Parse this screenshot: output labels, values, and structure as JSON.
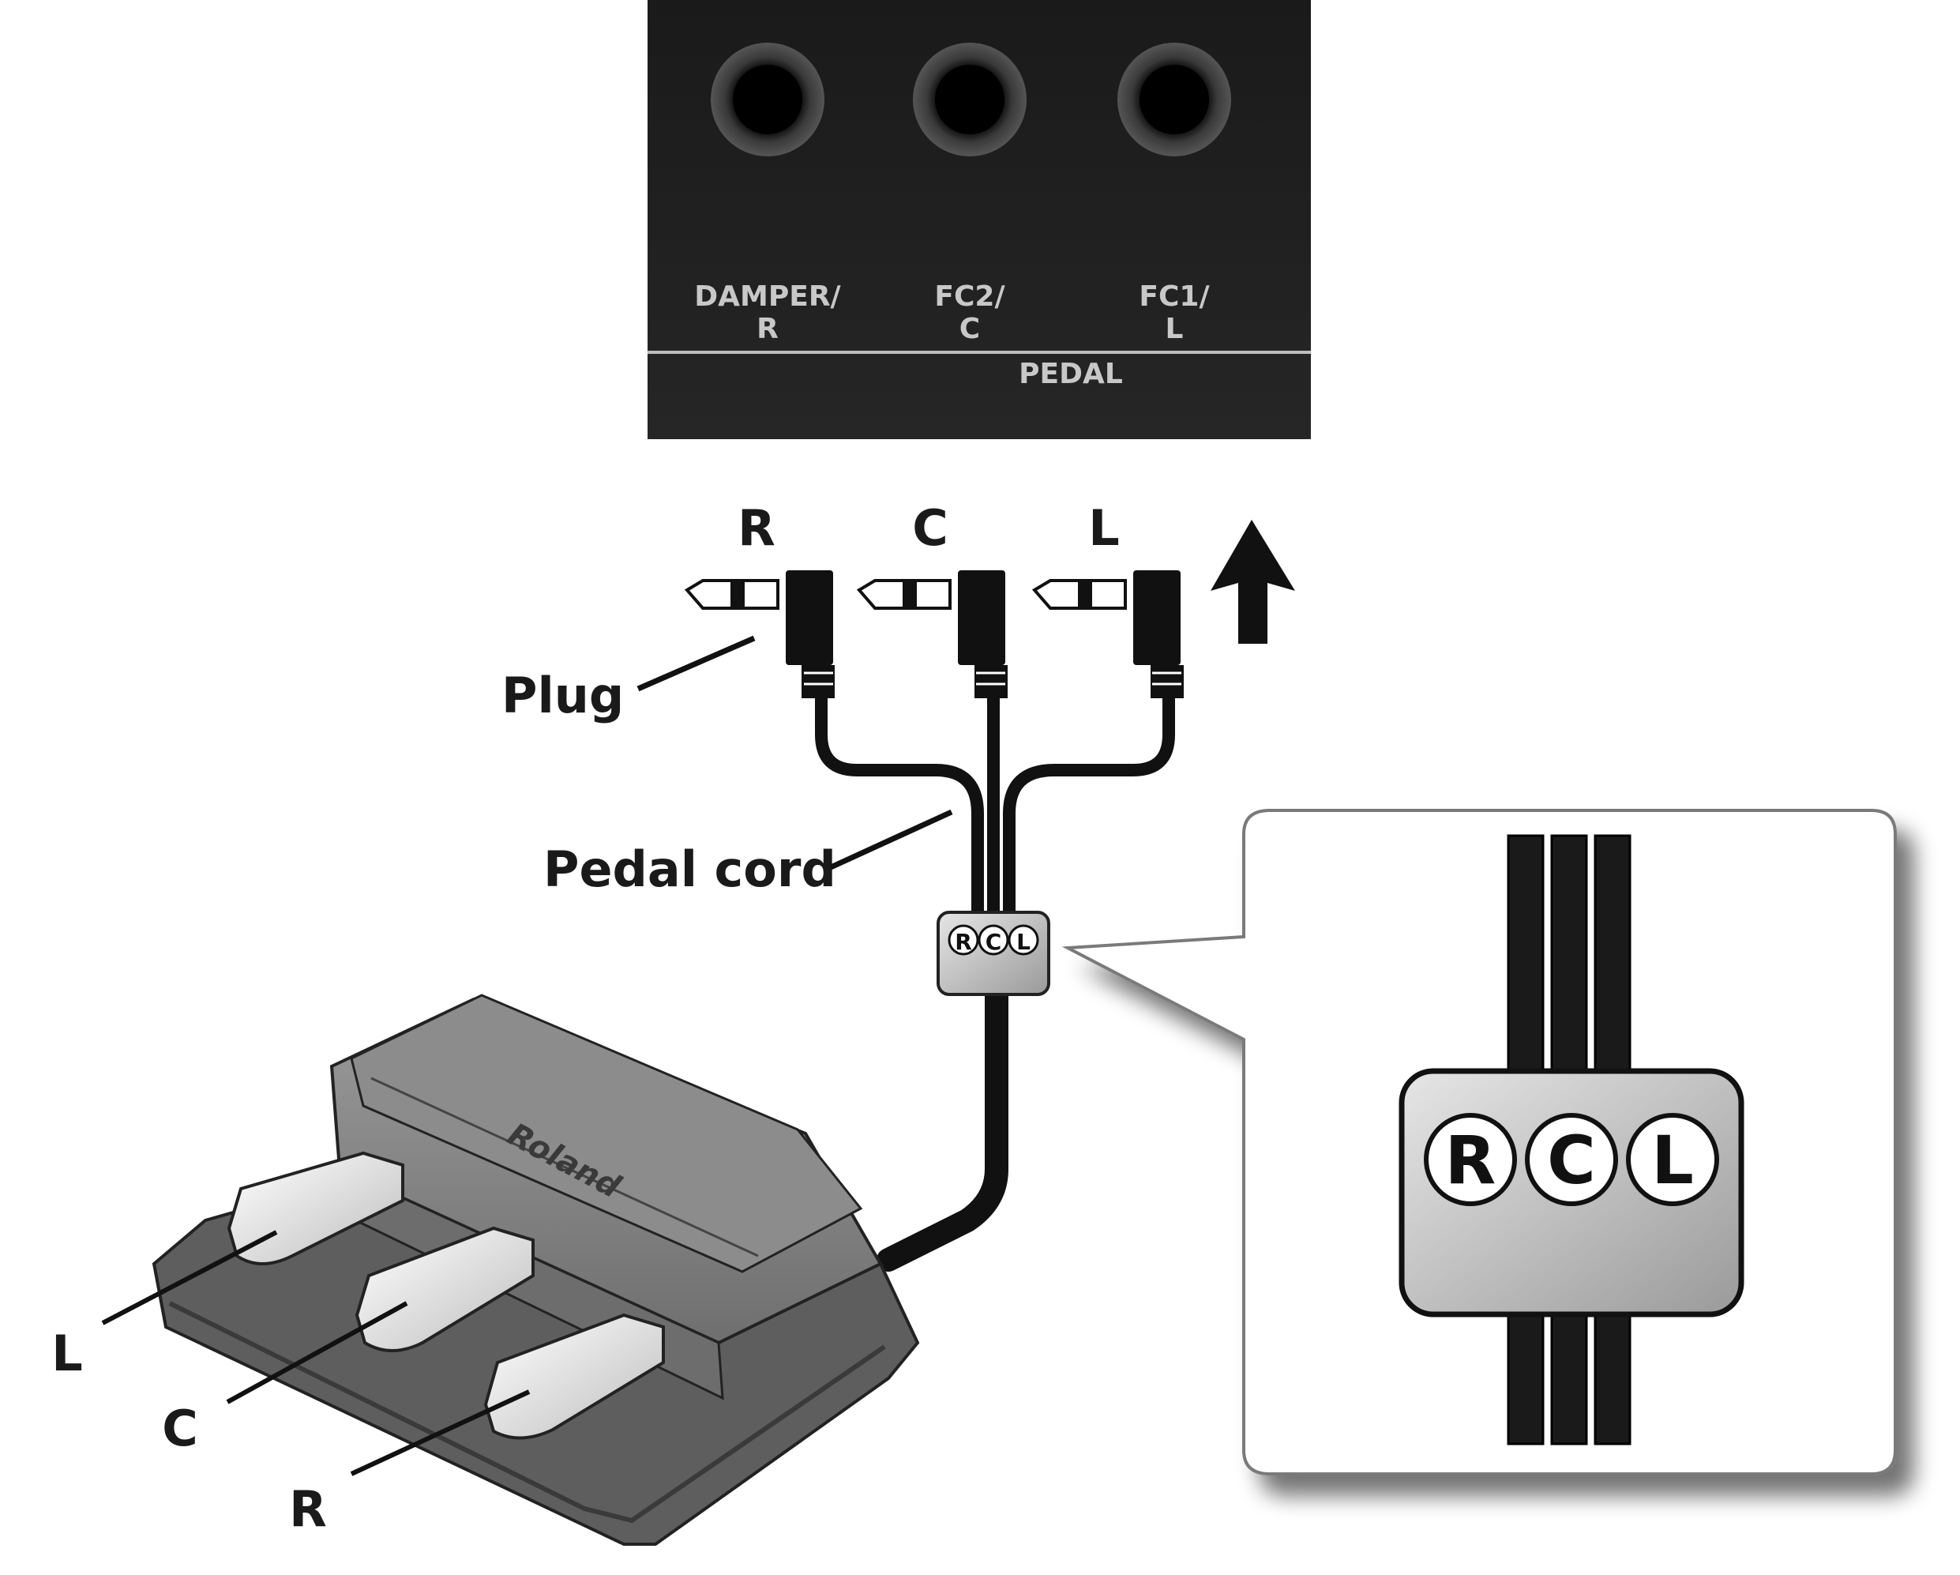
{
  "panel": {
    "jacks": [
      {
        "line1": "DAMPER/",
        "line2": "R"
      },
      {
        "line1": "FC2/",
        "line2": "C"
      },
      {
        "line1": "FC1/",
        "line2": "L"
      }
    ],
    "group_label": "PEDAL"
  },
  "plugs": {
    "labels": [
      "R",
      "C",
      "L"
    ]
  },
  "callouts": {
    "plug": "Plug",
    "pedal_cord": "Pedal cord"
  },
  "pedal_unit": {
    "brand": "Roland",
    "pedal_labels": {
      "left": "L",
      "center": "C",
      "right": "R"
    }
  },
  "cord_marker": {
    "letters": [
      "R",
      "C",
      "L"
    ]
  },
  "colors": {
    "panel": "#1b1b1b",
    "cord": "#111111",
    "pedal_body": "#8a8a8a",
    "pedal_keys": "#e9e9e9"
  }
}
